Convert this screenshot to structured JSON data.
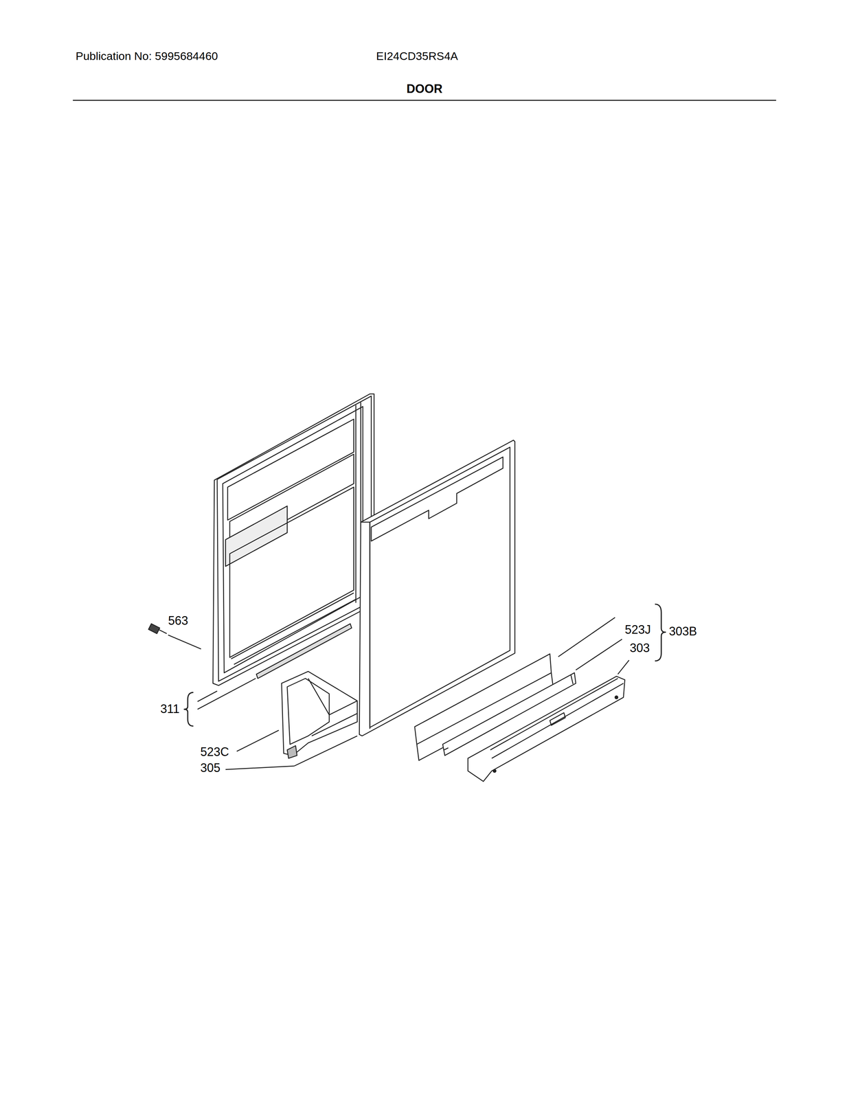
{
  "diagram": {
    "title": "DOOR",
    "labels": [
      "Publication No: 5995684460",
      "EI24CD35RS4A",
      "563",
      "523J",
      "303B",
      "303",
      "311",
      "523C",
      "305"
    ]
  }
}
